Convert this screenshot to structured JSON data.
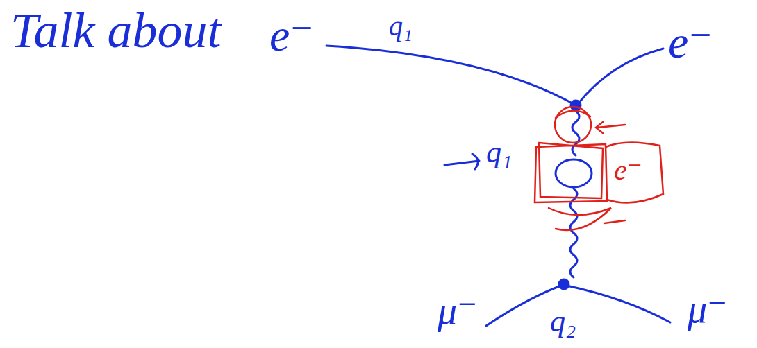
{
  "diagram": {
    "labels": [
      "Talk about",
      "e⁻",
      "q₁",
      "e⁻",
      "q₁",
      "e⁻",
      "μ⁻",
      "q₂",
      "μ⁻"
    ]
  }
}
